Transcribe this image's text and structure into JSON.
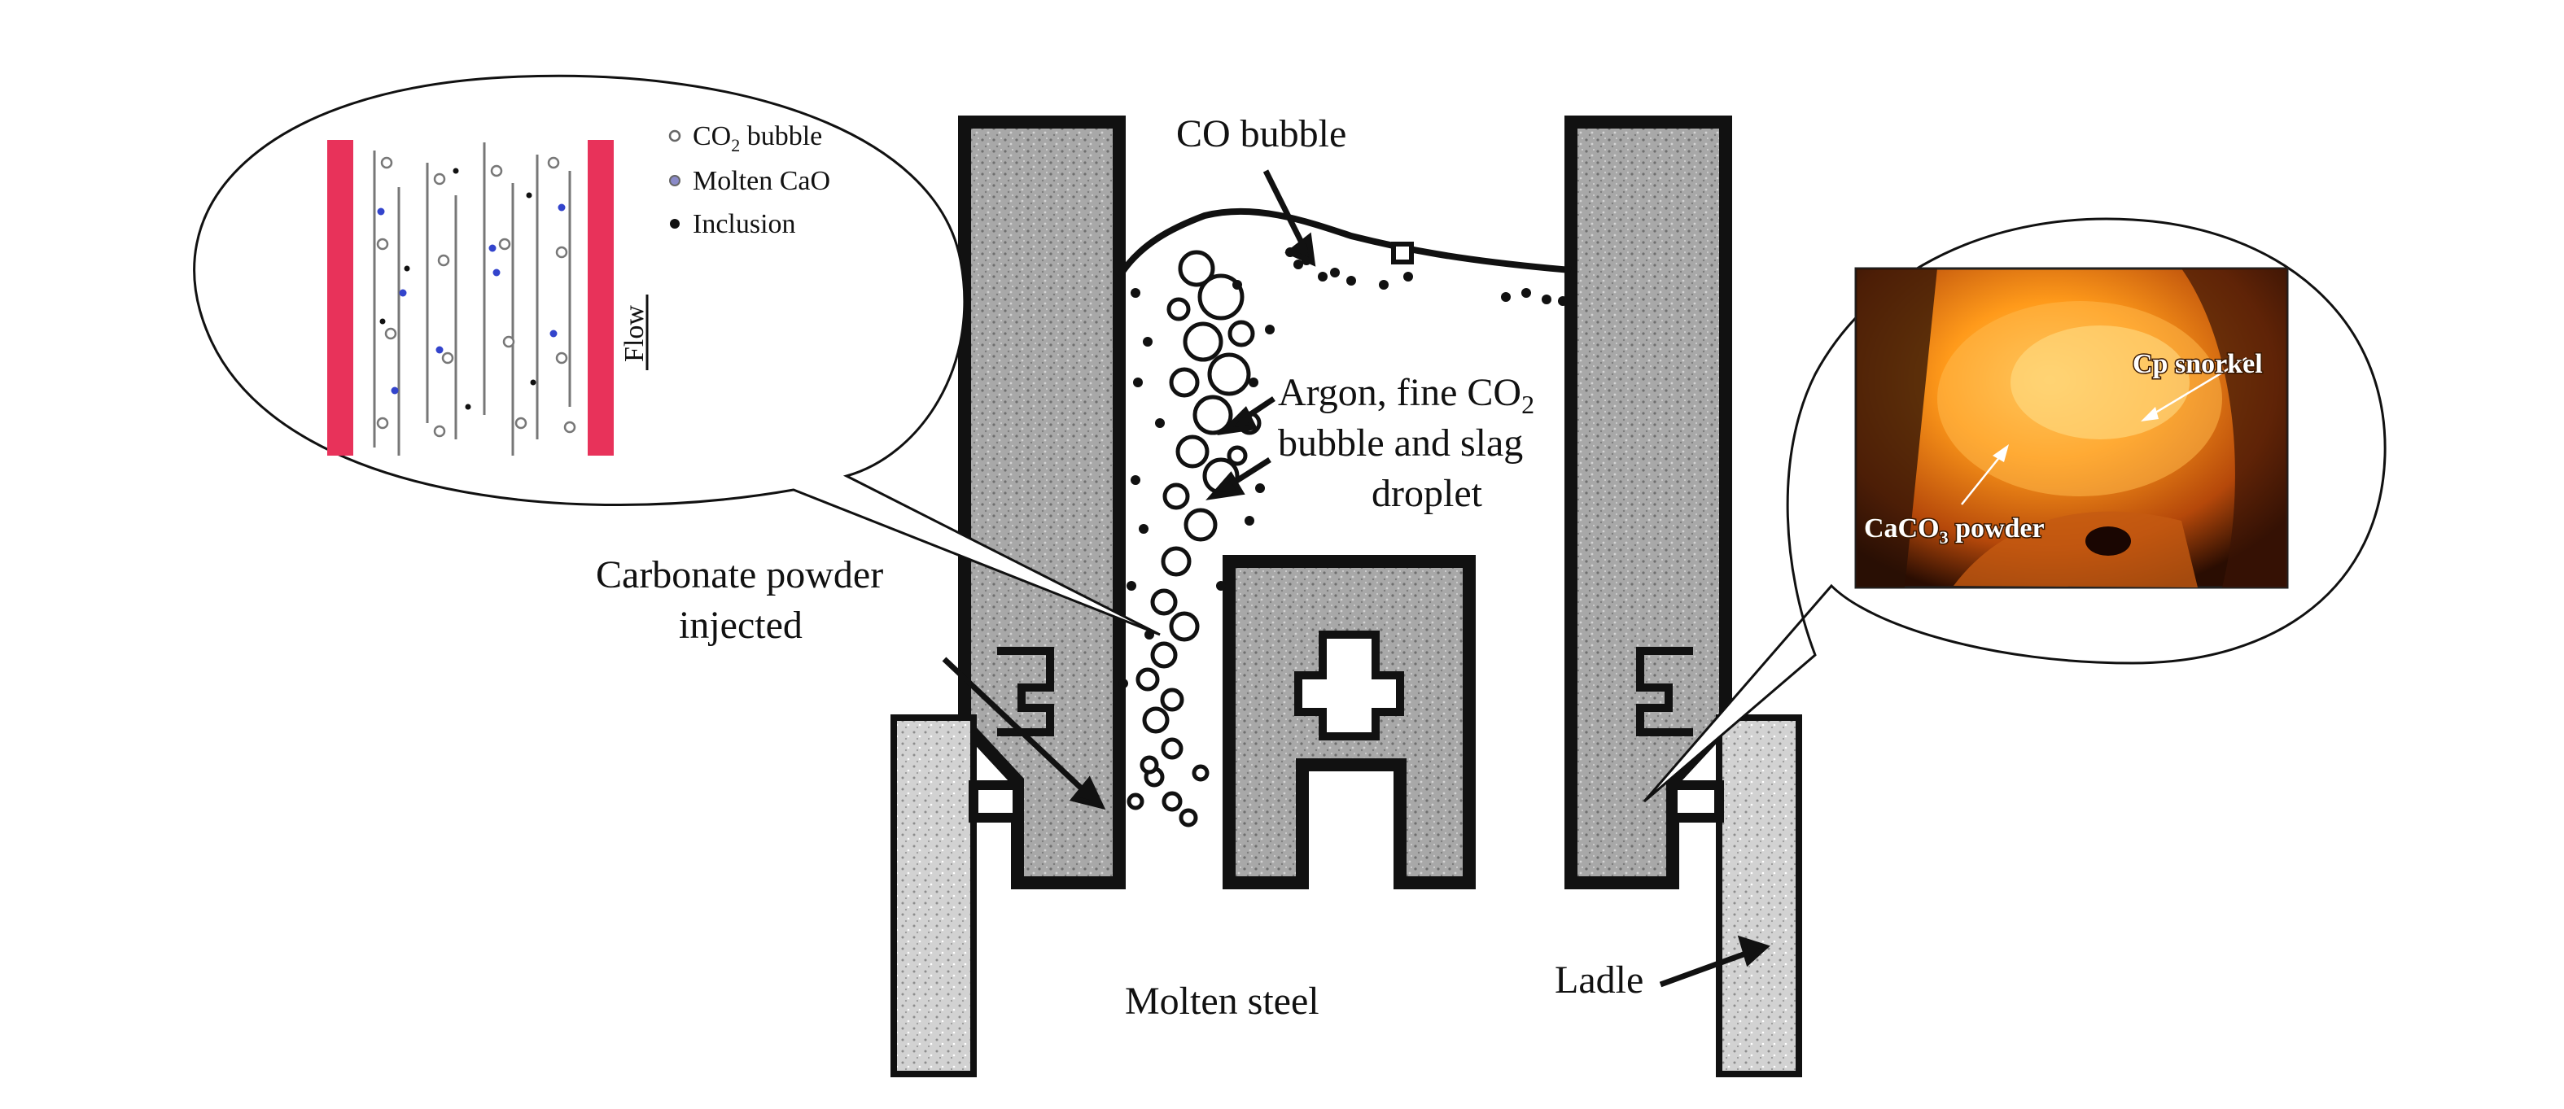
{
  "labels": {
    "co_bubble": "CO bubble",
    "argon_line1_prefix": "Argon, fine CO",
    "argon_line1_sub": "2",
    "argon_line2": "bubble and slag",
    "argon_line3": "droplet",
    "carbonate_line1": "Carbonate powder",
    "carbonate_line2": "injected",
    "molten_steel": "Molten steel",
    "ladle": "Ladle"
  },
  "legend": {
    "co2_prefix": "CO",
    "co2_sub": "2",
    "co2_suffix": " bubble",
    "molten_cao": "Molten CaO",
    "inclusion": "Inclusion",
    "flow": "Flow"
  },
  "photo": {
    "cp_snorkel": "Cp snorkel",
    "caco3_prefix": "CaCO",
    "caco3_sub": "3",
    "caco3_suffix": " powder"
  },
  "colors": {
    "wall": "#e8325a",
    "cao": "#3344cc",
    "refractory": "#9a9a9a",
    "steel_shell": "#111111",
    "molten_glow": "#ff9a1a"
  }
}
